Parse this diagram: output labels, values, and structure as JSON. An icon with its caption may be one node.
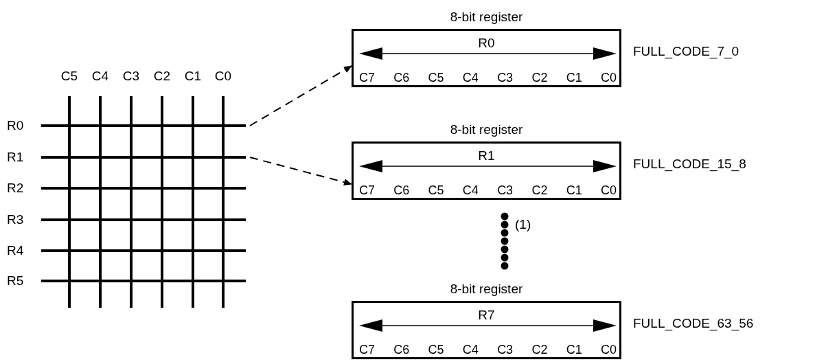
{
  "diagram": {
    "nodes": [
      {
        "text": [],
        "shape": "picture"
      },
      {
        "text": [
          "8-bit register",
          "R0",
          "C7",
          "C6",
          "C5",
          "C4",
          "C3",
          "C2",
          "C1",
          "C0"
        ],
        "beside": [
          "FULL_CODE_7_0"
        ]
      },
      {
        "text": [
          "8-bit register",
          "R1",
          "C7",
          "C6",
          "C5",
          "C4",
          "C3",
          "C2",
          "C1",
          "C0"
        ],
        "beside": [
          "FULL_CODE_15_8"
        ]
      },
      {
        "text": [
          "8-bit register",
          "R7",
          "C7",
          "C6",
          "C5",
          "C4",
          "C3",
          "C2",
          "C1",
          "C0"
        ],
        "beside": [
          "FULL_CODE_63_56"
        ]
      }
    ],
    "edges": [
      {
        "from": 0,
        "to": 1,
        "arrow": "to",
        "style": "dashed"
      },
      {
        "from": 0,
        "to": 2,
        "arrow": "to",
        "style": "dashed"
      }
    ],
    "labels": [
      "C5",
      "C4",
      "C3",
      "C2",
      "C1",
      "C0",
      "R0",
      "R1",
      "R2",
      "R3",
      "R4",
      "R5",
      "(1)"
    ]
  }
}
